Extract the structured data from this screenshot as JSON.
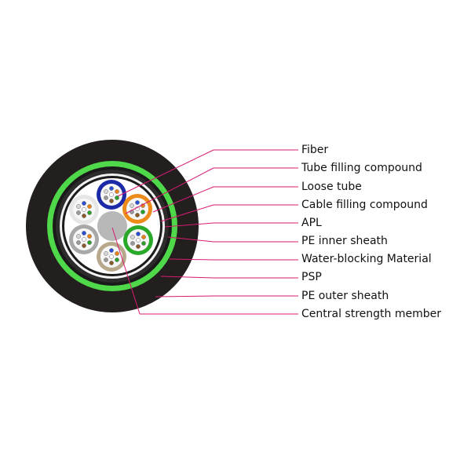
{
  "labels": [
    {
      "text": "Fiber"
    },
    {
      "text": "Tube filling compound"
    },
    {
      "text": "Loose tube"
    },
    {
      "text": "Cable filling compound"
    },
    {
      "text": "APL"
    },
    {
      "text": "PE inner sheath"
    },
    {
      "text": "Water-blocking Material"
    },
    {
      "text": "PSP"
    },
    {
      "text": "PE outer sheath"
    },
    {
      "text": "Central strength member"
    }
  ],
  "colors": {
    "outer_sheath": "#231f1f",
    "armor_green": "#4ed84a",
    "leader_line": "#d81b72",
    "tube_blue": "#1c2aa8",
    "tube_orange": "#ec8a1a",
    "tube_green": "#2aa82a",
    "tube_gray": "#a8a8a8",
    "tube_olive": "#b9a98c",
    "tube_white": "#e6e6e6",
    "central_member": "#b8b8b8"
  }
}
